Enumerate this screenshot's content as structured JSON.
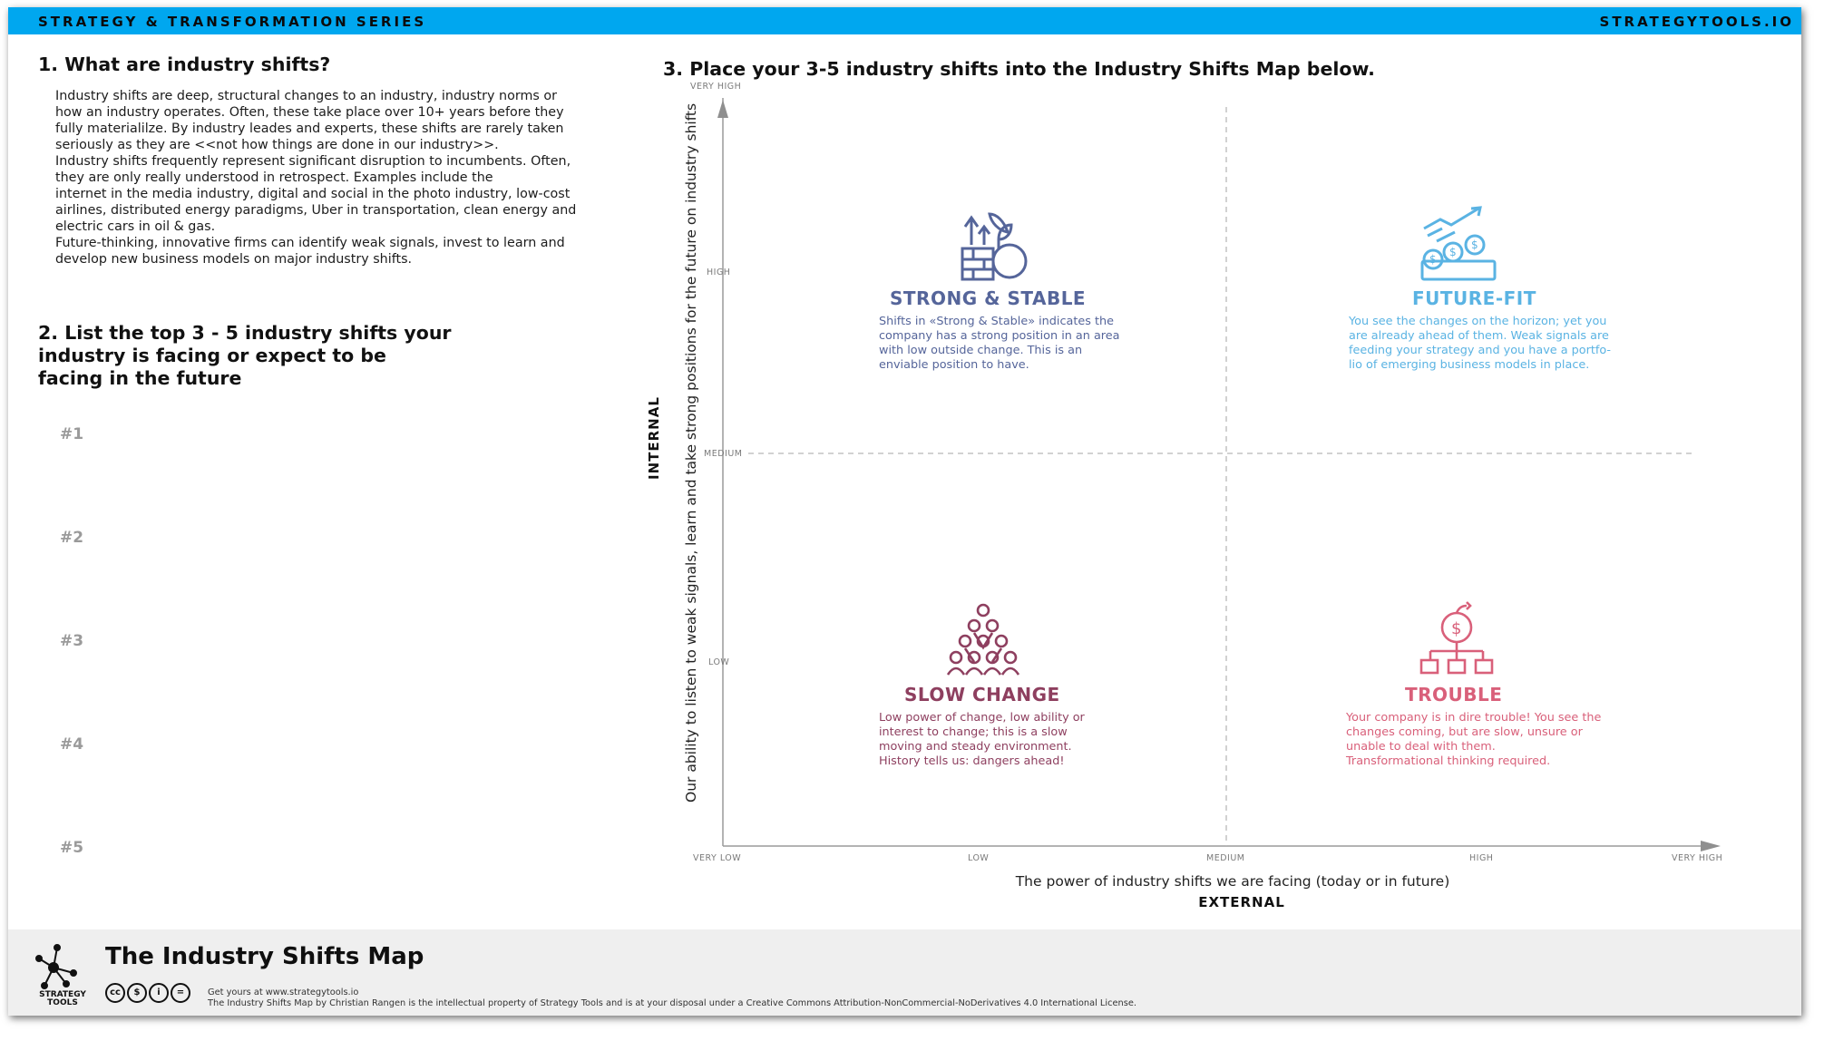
{
  "header": {
    "series_label": "STRATEGY & TRANSFORMATION SERIES",
    "site_label": "STRATEGYTOOLS.IO"
  },
  "section1": {
    "title": "1. What are industry shifts?",
    "paragraphs": [
      "Industry shifts are deep, structural changes to an industry, industry norms or\nhow an industry operates. Often, these take place over 10+ years before they\nfully materialilze. By industry leades and experts, these shifts are rarely taken\nseriously as they are <<not how things are done in our industry>>.",
      "Industry shifts frequently represent significant disruption to incumbents. Often,\nthey are only really understood in retrospect. Examples include the\ninternet in the media industry, digital and social in the photo industry, low-cost\nairlines, distributed energy paradigms, Uber in transportation, clean energy and\nelectric cars in oil & gas.",
      "Future-thinking, innovative firms can identify weak signals, invest to learn and\ndevelop new business models on major industry shifts."
    ]
  },
  "section2": {
    "title": "2. List the top 3 - 5 industry shifts your\n    industry is facing or expect to be\n    facing in the future",
    "slots": [
      "#1",
      "#2",
      "#3",
      "#4",
      "#5"
    ]
  },
  "section3": {
    "title": "3. Place your 3-5 industry shifts into the Industry Shifts Map below."
  },
  "map": {
    "y_levels": [
      "VERY HIGH",
      "HIGH",
      "MEDIUM",
      "LOW"
    ],
    "x_levels": [
      "VERY LOW",
      "LOW",
      "MEDIUM",
      "HIGH",
      "VERY HIGH"
    ],
    "y_axis_title": "INTERNAL",
    "y_axis_description": "Our ability to listen to weak signals, learn and take strong positions for the future on industry shifts",
    "x_axis_description": "The power of industry shifts we are facing (today or in future)",
    "x_axis_title": "EXTERNAL",
    "quadrants": {
      "strong_stable": {
        "title": "STRONG & STABLE",
        "text": "Shifts in «Strong & Stable» indicates the\ncompany has a strong position in an area\nwith low outside change. This is an\nenviable position to have.",
        "color": "#55659a",
        "icon": "plant-growth-icon"
      },
      "future_fit": {
        "title": "FUTURE-FIT",
        "text": "You see the changes on the horizon; yet you\nare already ahead of them. Weak signals are\nfeeding your strategy and you have a portfo-\nlio of emerging business models in place.",
        "color": "#5ab3e3",
        "icon": "money-growth-icon"
      },
      "slow_change": {
        "title": "SLOW CHANGE",
        "text": "Low power of change, low ability or\ninterest to change; this is a slow\nmoving and steady environment.\nHistory tells us: dangers ahead!",
        "color": "#8e3f5f",
        "icon": "people-pyramid-icon"
      },
      "trouble": {
        "title": "TROUBLE",
        "text": "Your company is in dire trouble! You see the\nchanges coming, but are slow, unsure or\nunable to deal with them.\nTransformational thinking required.",
        "color": "#d9607a",
        "icon": "money-bomb-icon"
      }
    }
  },
  "footer": {
    "title": "The Industry Shifts Map",
    "get_yours": "Get yours at www.strategytools.io",
    "license": "The Industry Shifts Map by Christian Rangen is the intellectual property of Strategy Tools and is at your disposal under a Creative Commons Attribution-NonCommercial-NoDerivatives 4.0 International License.",
    "logo_text": "STRATEGY\nTOOLS",
    "license_icons": [
      "cc-icon",
      "nc-icon",
      "by-icon",
      "nd-icon"
    ]
  }
}
